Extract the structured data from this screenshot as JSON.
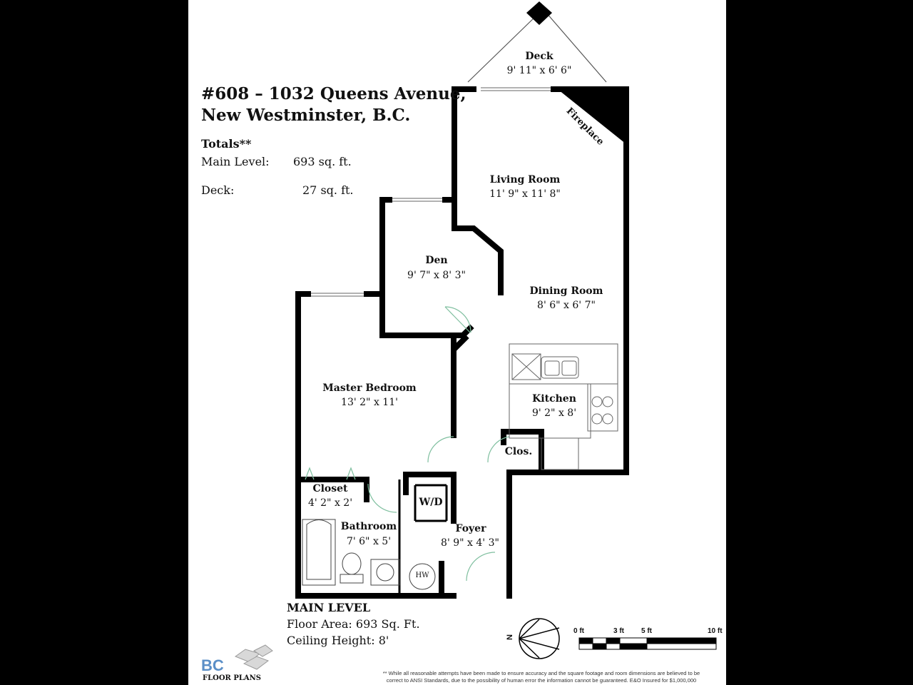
{
  "header": {
    "address_line1": "#608 – 1032 Queens Avenue,",
    "address_line2": "New Westminster, B.C."
  },
  "totals": {
    "heading": "Totals**",
    "main_label": "Main Level:",
    "main_value": "693 sq. ft.",
    "deck_label": "Deck:",
    "deck_value": "27 sq. ft."
  },
  "rooms": {
    "deck": {
      "name": "Deck",
      "dims": "9' 11\" x 6' 6\""
    },
    "fireplace": {
      "name": "Fireplace"
    },
    "living": {
      "name": "Living Room",
      "dims": "11' 9\" x 11' 8\""
    },
    "den": {
      "name": "Den",
      "dims": "9' 7\" x 8' 3\""
    },
    "dining": {
      "name": "Dining Room",
      "dims": "8' 6\" x 6' 7\""
    },
    "master": {
      "name": "Master Bedroom",
      "dims": "13' 2\" x 11'"
    },
    "kitchen": {
      "name": "Kitchen",
      "dims": "9' 2\" x 8'"
    },
    "clos": {
      "name": "Clos."
    },
    "closet": {
      "name": "Closet",
      "dims": "4' 2\" x 2'"
    },
    "wd": {
      "name": "W/D"
    },
    "bathroom": {
      "name": "Bathroom",
      "dims": "7' 6\" x 5'"
    },
    "foyer": {
      "name": "Foyer",
      "dims": "8' 9\" x 4' 3\""
    },
    "hw": {
      "name": "HW"
    }
  },
  "level_info": {
    "heading": "MAIN LEVEL",
    "floor_area": "Floor Area: 693 Sq. Ft.",
    "ceiling": "Ceiling Height: 8'"
  },
  "compass": {
    "label": "N"
  },
  "scale": {
    "labels": [
      "0 ft",
      "3 ft",
      "5 ft",
      "10 ft"
    ]
  },
  "logo": {
    "brand": "BC",
    "subtitle": "FLOOR PLANS"
  },
  "disclaimer": {
    "line1": "** While all reasonable attempts have been made to ensure accuracy and the square footage and room dimensions are believed to be",
    "line2": "correct to ANSI Standards, due to the possibility of human error the information cannot be guaranteed. E&O Insured for $1,000,000"
  },
  "colors": {
    "wall": "#000000",
    "door_swing": "#7fbf9f",
    "background": "#ffffff",
    "frame": "#000000"
  }
}
